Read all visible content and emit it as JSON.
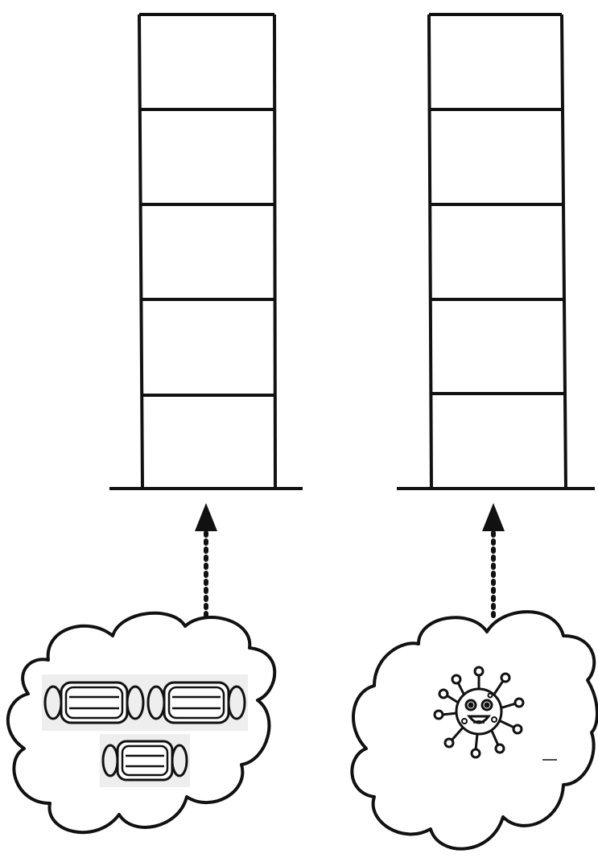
{
  "diagram": {
    "columns": [
      {
        "id": "left",
        "ladder": {
          "rungs": 5
        },
        "arrow": {
          "style": "dotted",
          "direction": "up"
        },
        "cloud": {
          "contents": "mask-icon",
          "count": 3
        }
      },
      {
        "id": "right",
        "ladder": {
          "rungs": 5
        },
        "arrow": {
          "style": "dotted",
          "direction": "up"
        },
        "cloud": {
          "contents": "virus-icon",
          "count": 1
        }
      }
    ],
    "colors": {
      "ink": "#111111",
      "background": "#ffffff",
      "mask_bg": "#eeeeee"
    }
  }
}
